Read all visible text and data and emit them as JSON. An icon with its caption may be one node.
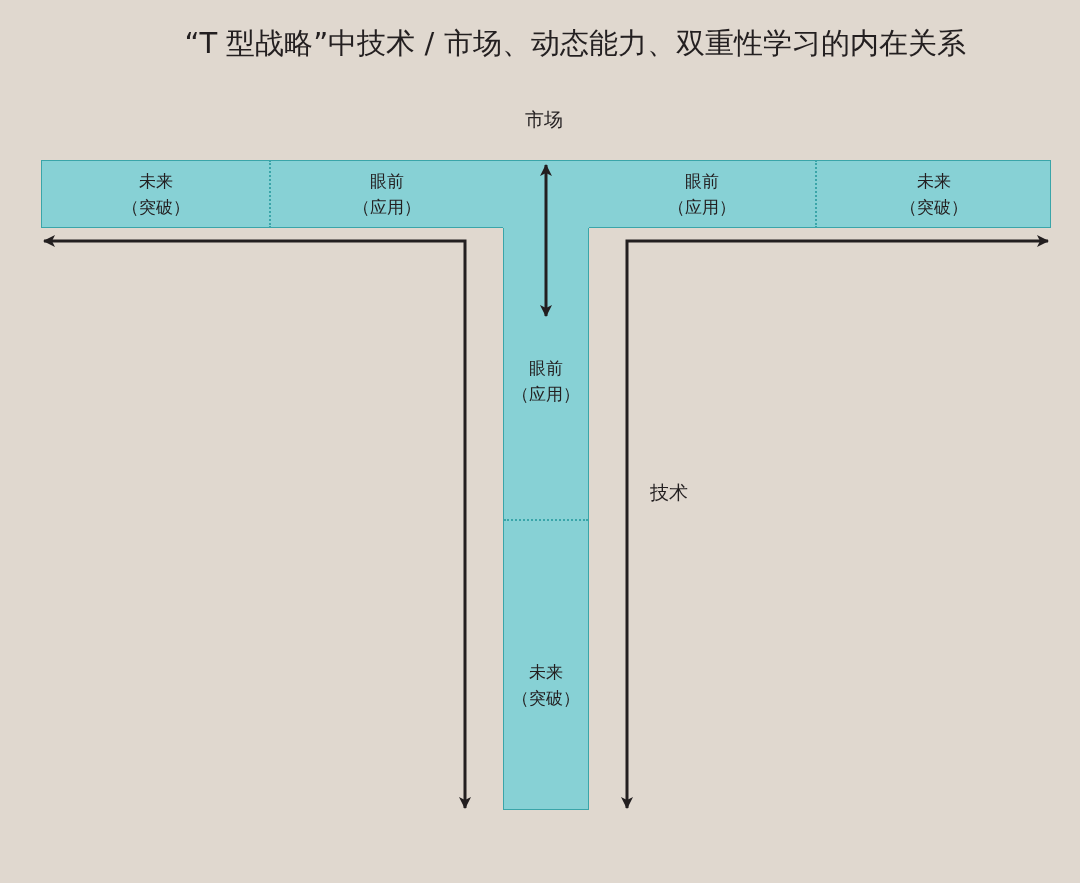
{
  "diagram": {
    "title": "“T 型战略”中技术 / 市场、动态能力、双重性学习的内在关系",
    "nodes": [
      {
        "text": [
          "未来（突破）"
        ]
      },
      {
        "text": [
          "眼前（应用）"
        ]
      },
      {
        "text": [],
        "shape": "bar"
      },
      {
        "text": [
          "眼前（应用）"
        ]
      },
      {
        "text": [
          "未来（突破）"
        ]
      },
      {
        "text": [
          "眼前（应用）"
        ]
      },
      {
        "text": [
          "未来（突破）"
        ]
      }
    ],
    "edges": [
      {
        "from": 2,
        "to": 5,
        "arrow": "both"
      }
    ],
    "labels": [
      "市场",
      "技术"
    ]
  }
}
